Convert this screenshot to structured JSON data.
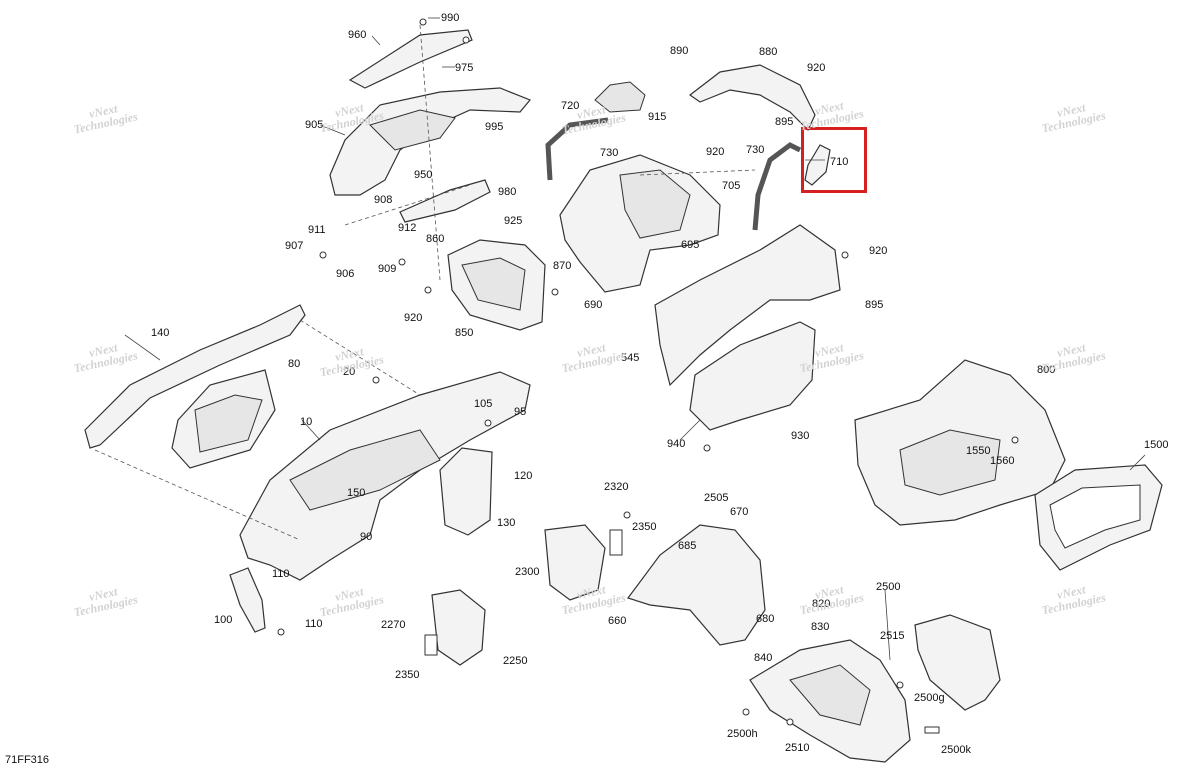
{
  "diagram": {
    "reference_code": "71FF316",
    "highlight_label": "710",
    "watermark": {
      "line1": "vNext",
      "line2": "Technologies"
    },
    "callouts": [
      "990",
      "960",
      "975",
      "905",
      "995",
      "950",
      "980",
      "925",
      "908",
      "911",
      "912",
      "907",
      "906",
      "909",
      "860",
      "920",
      "870",
      "850",
      "720",
      "730",
      "915",
      "890",
      "880",
      "920",
      "895",
      "710",
      "920",
      "730",
      "705",
      "695",
      "690",
      "920",
      "895",
      "140",
      "80",
      "20",
      "10",
      "105",
      "95",
      "150",
      "120",
      "130",
      "90",
      "110",
      "100",
      "110",
      "545",
      "940",
      "930",
      "800",
      "1550",
      "1560",
      "1500",
      "2320",
      "2350",
      "2505",
      "670",
      "685",
      "2300",
      "660",
      "2270",
      "2250",
      "2350",
      "680",
      "820",
      "830",
      "840",
      "2500",
      "2515",
      "2500g",
      "2500h",
      "2510",
      "2500k"
    ]
  }
}
